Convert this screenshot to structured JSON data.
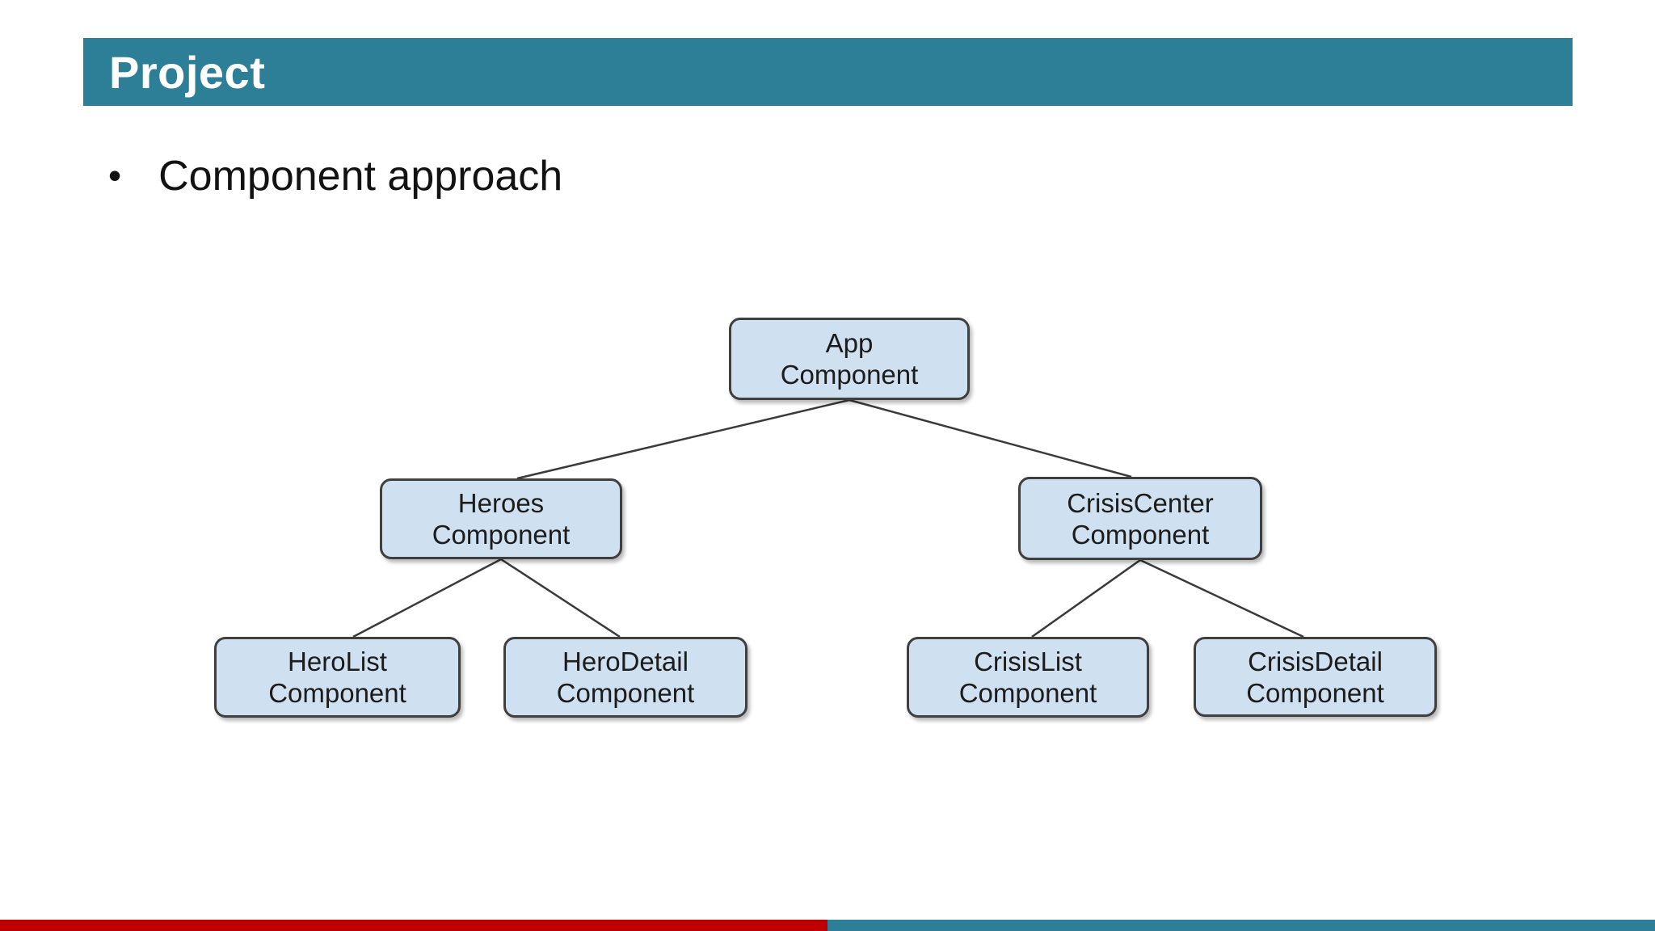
{
  "header": {
    "title": "Project"
  },
  "body": {
    "bullet_marker": "•",
    "bullet_text": "Component approach"
  },
  "colors": {
    "accent_teal": "#2d7f97",
    "accent_red": "#c00000",
    "node_fill": "#cfe0f1",
    "node_border": "#3f3f3f",
    "title_text": "#ffffff",
    "body_text": "#121212"
  },
  "diagram": {
    "type": "tree",
    "nodes": [
      {
        "id": "app-component",
        "line1": "App",
        "line2": "Component"
      },
      {
        "id": "heroes-component",
        "line1": "Heroes",
        "line2": "Component"
      },
      {
        "id": "crisiscenter-component",
        "line1": "CrisisCenter",
        "line2": "Component"
      },
      {
        "id": "herolist-component",
        "line1": "HeroList",
        "line2": "Component"
      },
      {
        "id": "herodetail-component",
        "line1": "HeroDetail",
        "line2": "Component"
      },
      {
        "id": "crisislist-component",
        "line1": "CrisisList",
        "line2": "Component"
      },
      {
        "id": "crisisdetail-component",
        "line1": "CrisisDetail",
        "line2": "Component"
      }
    ],
    "edges": [
      {
        "from": "app-component",
        "to": "heroes-component"
      },
      {
        "from": "app-component",
        "to": "crisiscenter-component"
      },
      {
        "from": "heroes-component",
        "to": "herolist-component"
      },
      {
        "from": "heroes-component",
        "to": "herodetail-component"
      },
      {
        "from": "crisiscenter-component",
        "to": "crisislist-component"
      },
      {
        "from": "crisiscenter-component",
        "to": "crisisdetail-component"
      }
    ]
  }
}
